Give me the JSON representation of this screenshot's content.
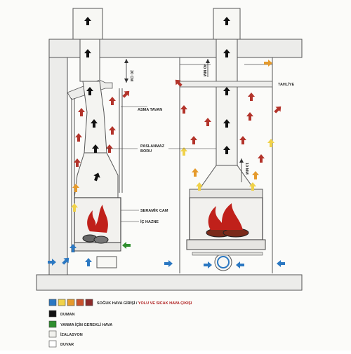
{
  "labels": {
    "dim_30cm": "30 CM",
    "dim_40mm": "40 MM",
    "dim_10mm": "10 MM",
    "tahliye": "TAHLİYE",
    "asma_tavan": "ASMA TAVAN",
    "paslanmaz_boru": "PASLANMAZ BORU",
    "seramik_cam": "SERAMİK CAM",
    "ic_hazne": "İÇ HAZNE"
  },
  "legend": {
    "items": [
      {
        "id": "air",
        "swatches": [
          "#2b78c2",
          "#f0d24a",
          "#e59a2c",
          "#c9512b",
          "#8c2a2a"
        ],
        "text_dark": "SOĞUK HAVA GİRİŞİ / ",
        "text_red": "YOLU VE SICAK HAVA ÇIKIŞI"
      },
      {
        "id": "smoke",
        "swatches": [
          "#111111"
        ],
        "text_dark": "DUMAN",
        "text_red": ""
      },
      {
        "id": "combustion",
        "swatches": [
          "#2f8f2f"
        ],
        "text_dark": "YANMA İÇİN GEREKLİ HAVA",
        "text_red": ""
      },
      {
        "id": "insulation",
        "swatches": [
          "#f2f2ee"
        ],
        "text_dark": "İZALASYON",
        "text_red": ""
      },
      {
        "id": "wall",
        "swatches": [
          "#ffffff"
        ],
        "text_dark": "DUVAR",
        "text_red": ""
      }
    ]
  },
  "colors": {
    "wall_fill": "#ececea",
    "line": "#555555",
    "cold": "#2b78c2",
    "warm": "#f0d24a",
    "orange": "#e59a2c",
    "hot": "#b3332a",
    "flame": "#c0201a",
    "smoke": "#111111"
  }
}
